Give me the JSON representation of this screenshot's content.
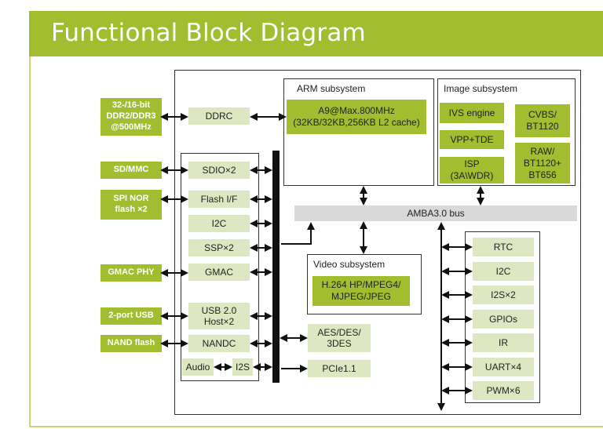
{
  "title": "Functional Block Diagram",
  "external": {
    "ddr": "32-/16-bit DDR2/DDR3 @500MHz",
    "sd": "SD/MMC",
    "spi": "SPI NOR flash ×2",
    "gmac_phy": "GMAC PHY",
    "usb": "2-port USB",
    "nand": "NAND flash"
  },
  "left_blocks": {
    "ddrc": "DDRC",
    "sdio": "SDIO×2",
    "flash": "Flash I/F",
    "i2c": "I2C",
    "ssp": "SSP×2",
    "gmac": "GMAC",
    "usb_host": "USB 2.0 Host×2",
    "nandc": "NANDC",
    "audio": "Audio",
    "i2s": "I2S"
  },
  "arm": {
    "label": "ARM subsystem",
    "cpu": "A9@Max.800MHz (32KB/32KB,256KB L2 cache)"
  },
  "image": {
    "label": "Image subsystem",
    "ivs": "IVS engine",
    "vpp": "VPP+TDE",
    "isp": "ISP (3A\\WDR)",
    "cvbs": "CVBS/ BT1120",
    "raw": "RAW/ BT1120+ BT656"
  },
  "bus": "AMBA3.0 bus",
  "video": {
    "label": "Video subsystem",
    "codec": "H.264 HP/MPEG4/ MJPEG/JPEG"
  },
  "center_blocks": {
    "aes": "AES/DES/ 3DES",
    "pcie": "PCIe1.1"
  },
  "right_blocks": [
    "RTC",
    "I2C",
    "I2S×2",
    "GPIOs",
    "IR",
    "UART×4",
    "PWM×6"
  ]
}
